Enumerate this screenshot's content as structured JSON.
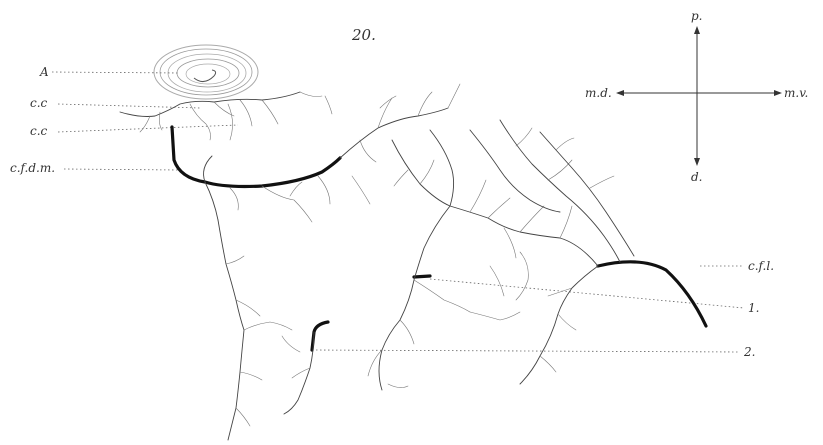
{
  "figure_number": "20.",
  "labels": {
    "A": "A",
    "cc1": "c.c",
    "cc2": "c.c",
    "cfdm": "c.f.d.m.",
    "cfl": "c.f.l.",
    "one": "1.",
    "two": "2."
  },
  "compass": {
    "proximal": "p.",
    "distal": "d.",
    "medio_dorsal": "m.d.",
    "medio_ventral": "m.v."
  }
}
